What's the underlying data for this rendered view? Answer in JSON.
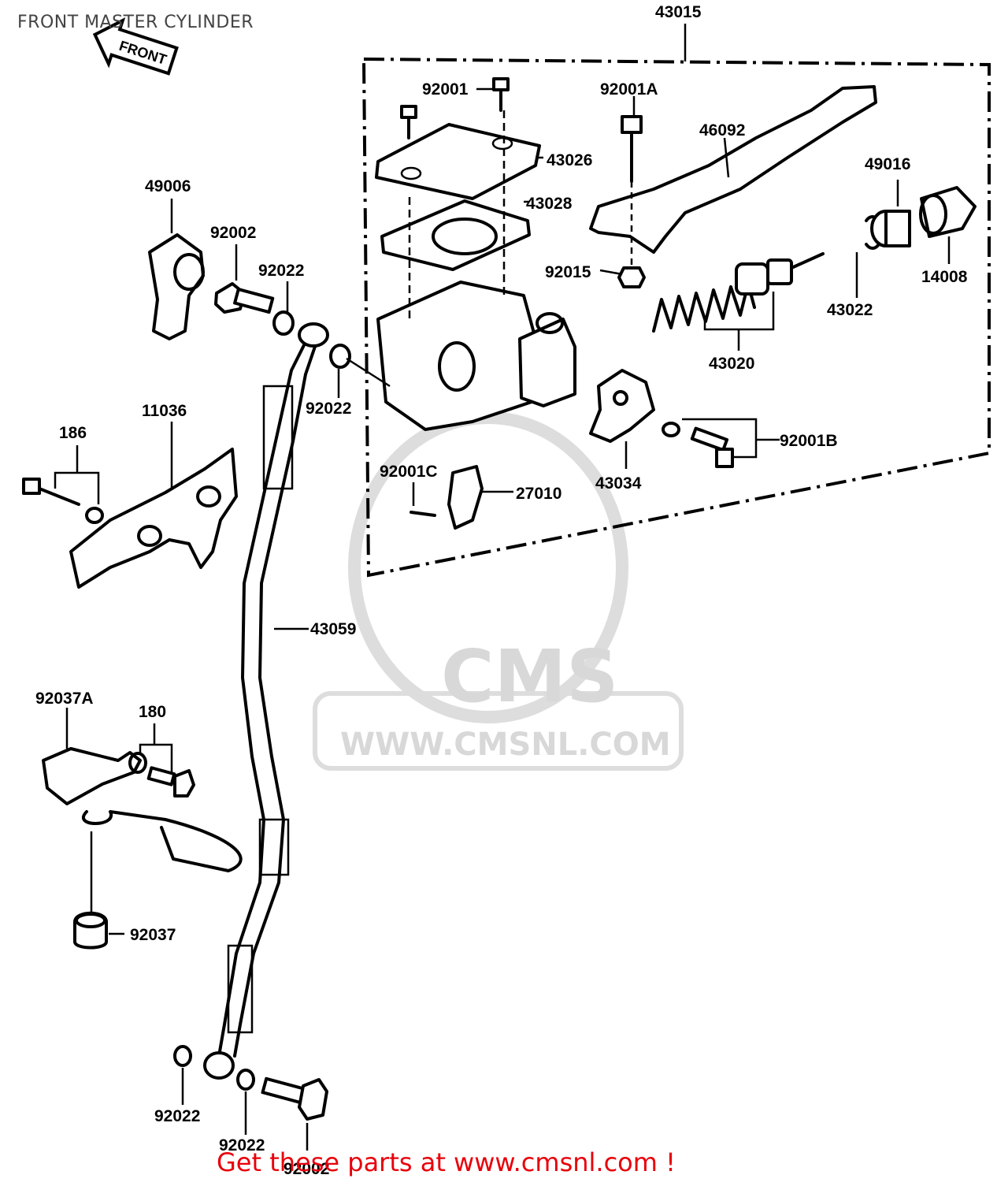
{
  "title": "FRONT MASTER CYLINDER",
  "front_arrow_text": "FRONT",
  "promo": "Get these parts at www.cmsnl.com !",
  "watermark": {
    "brand": "CMS",
    "url": "WWW.CMSNL.COM"
  },
  "parts": {
    "p43015": "43015",
    "p92001": "92001",
    "p92001A": "92001A",
    "p46092": "46092",
    "p43026": "43026",
    "p43028": "43028",
    "p49016": "49016",
    "p49006": "49006",
    "p92002": "92002",
    "p92022a": "92022",
    "p92015": "92015",
    "p14008": "14008",
    "p43022": "43022",
    "p43020": "43020",
    "p92022b": "92022",
    "p11036": "11036",
    "p186": "186",
    "p92001B": "92001B",
    "p92001C": "92001C",
    "p27010": "27010",
    "p43034": "43034",
    "p43059": "43059",
    "p92037A": "92037A",
    "p180": "180",
    "p92037": "92037",
    "p92022c": "92022",
    "p92022d": "92022",
    "p92002b": "92002"
  }
}
